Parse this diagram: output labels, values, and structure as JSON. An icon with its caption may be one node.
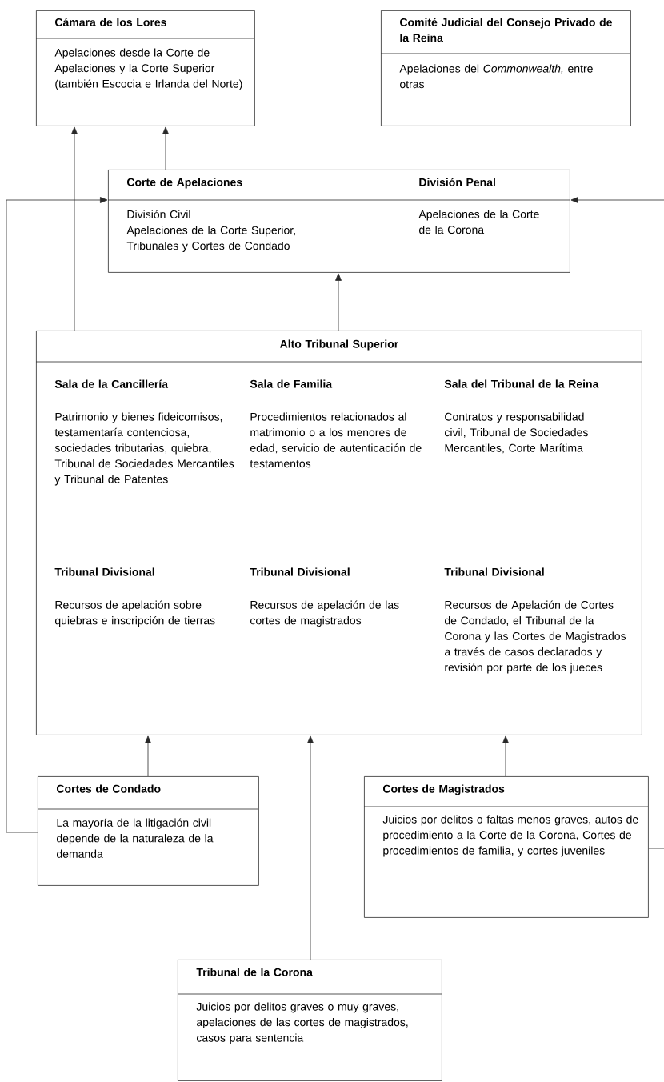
{
  "diagram": {
    "nodes": [
      {
        "text": [
          "Cámara de los Lores",
          "Apelaciones desde la Corte de Apelaciones y la Corte Superior (también Escocia e Irlanda del Norte)"
        ]
      },
      {
        "text": [
          "Comité Judicial del Consejo Privado de la Reina",
          "Apelaciones del *Commonwealth,* entre otras"
        ]
      },
      {
        "text": [
          "Corte de Apelaciones",
          "División Penal",
          "División Civil",
          "Apelaciones de la Corte Superior, Tribunales y Cortes de Condado",
          "Apelaciones de la Corte de la Corona"
        ]
      },
      {
        "text": [
          "Alto Tribunal Superior",
          "Sala de la Cancillería",
          "Patrimonio y bienes fideicomisos, testamentaría contenciosa, sociedades tributarias, quiebra, Tribunal de Sociedades Mercantiles y Tribunal de Patentes",
          "Sala de Familia",
          "Procedimientos relacionados al matrimonio o a los menores de edad, servicio de autenticación de testamentos",
          "Sala del Tribunal de la Reina",
          "Contratos y responsabilidad civil, Tribunal de Sociedades Mercantiles, Corte Marítima",
          "Tribunal Divisional",
          "Recursos de apelación sobre quiebras e inscripción de tierras",
          "Tribunal Divisional",
          "Recursos de apelación de las cortes de magistrados",
          "Tribunal Divisional",
          "Recursos de Apelación de Cortes de Condado, el Tribunal de la Corona y las Cortes de Magistrados a través de casos declarados y revisión por parte de los jueces"
        ]
      },
      {
        "text": [
          "Cortes de Condado",
          "La mayoría de la litigación civil depende de la naturaleza de la demanda"
        ]
      },
      {
        "text": [
          "Cortes de Magistrados",
          "Juicios por delitos o faltas menos graves, autos de procedimiento a la Corte de la Corona, Cortes de procedimientos de familia, y cortes juveniles"
        ]
      },
      {
        "text": [
          "Tribunal de la Corona",
          "Juicios por delitos graves o muy graves, apelaciones de las cortes de magistrados, casos para sentencia"
        ]
      }
    ],
    "edges": [
      {
        "from": 3,
        "to": 0,
        "arrow": "to"
      },
      {
        "from": 2,
        "to": 0,
        "arrow": "to"
      },
      {
        "from": 3,
        "to": 2,
        "arrow": "to"
      },
      {
        "from": 4,
        "to": 2,
        "arrow": "to"
      },
      {
        "from": null,
        "to": 2,
        "arrow": "to"
      },
      {
        "from": 4,
        "to": 3,
        "arrow": "to"
      },
      {
        "from": 6,
        "to": 3,
        "arrow": "to"
      },
      {
        "from": 5,
        "to": 3,
        "arrow": "to"
      },
      {
        "from": 5,
        "to": null,
        "arrow": "none"
      }
    ]
  }
}
